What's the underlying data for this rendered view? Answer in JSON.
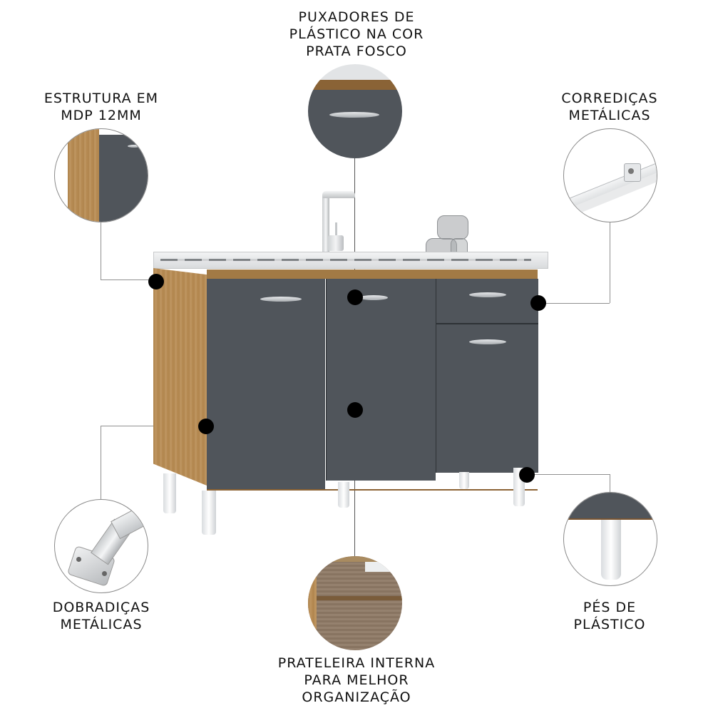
{
  "callouts": [
    {
      "id": "structure",
      "lines": [
        "ESTRUTURA EM",
        "MDP 12MM"
      ],
      "icon": "mdp-panel-closeup"
    },
    {
      "id": "handles",
      "lines": [
        "PUXADORES DE",
        "PLÁSTICO NA COR",
        "PRATA FOSCO"
      ],
      "icon": "handle-closeup"
    },
    {
      "id": "slides",
      "lines": [
        "CORREDIÇAS",
        "METÁLICAS"
      ],
      "icon": "drawer-slide-closeup"
    },
    {
      "id": "hinges",
      "lines": [
        "DOBRADIÇAS",
        "METÁLICAS"
      ],
      "icon": "hinge-closeup"
    },
    {
      "id": "shelf",
      "lines": [
        "PRATELEIRA INTERNA",
        "PARA MELHOR",
        "ORGANIZAÇÃO"
      ],
      "icon": "shelf-closeup"
    },
    {
      "id": "feet",
      "lines": [
        "PÉS DE",
        "PLÁSTICO"
      ],
      "icon": "foot-closeup"
    }
  ],
  "colors": {
    "door": "#50555b",
    "wood": "#b98d55",
    "countertop": "#e4e6e8",
    "handle": "#c4c7ca",
    "leg": "#eef0f2",
    "marker": "#000000",
    "leader_line": "#8f8f8f"
  },
  "product": {
    "doors": 3,
    "drawers": 1,
    "legs_visible": 5
  }
}
